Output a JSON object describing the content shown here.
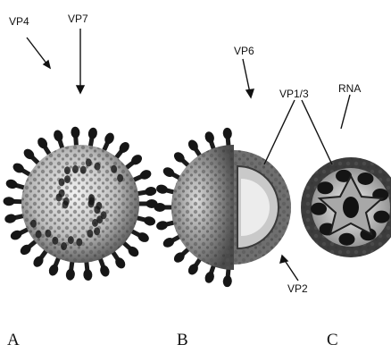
{
  "labels": {
    "vp4": "VP4",
    "vp7": "VP7",
    "vp6": "VP6",
    "vp13": "VP1/3",
    "rna": "RNA",
    "vp2": "VP2"
  },
  "panels": {
    "a": "A",
    "b": "B",
    "c": "C"
  },
  "colors": {
    "ink": "#111111",
    "shell_light": "#d9d9d9",
    "shell_mid": "#8a8a8a",
    "shell_dark": "#2a2a2a"
  }
}
